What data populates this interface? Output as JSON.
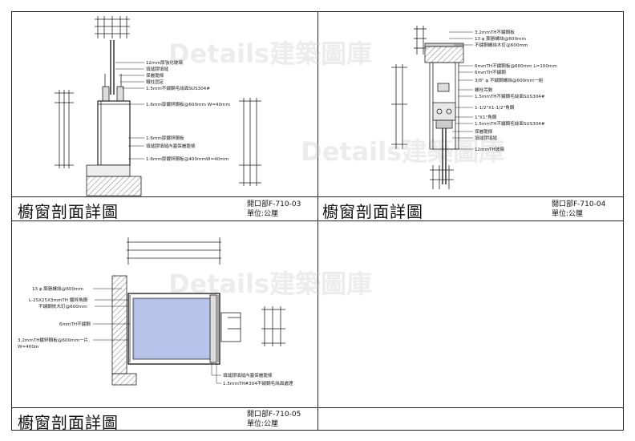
{
  "watermark": "Details建築圖庫",
  "panels": [
    {
      "title": "櫥窗剖面詳圖",
      "code": "開口部F-710-03",
      "unit": "單位:公厘",
      "annotations": [
        "12mm厚強化玻璃",
        "填縫膠填縫",
        "保麗龍條",
        "鐵柱固定",
        "1.5mm不鏽鋼毛絲面SUS304#",
        "1.6mm厚鍍鋅鋼板@600mm W=40mm",
        "1.6mm厚鍍鋅鋼板",
        "填縫膠填縫內塞保麗龍條",
        "1.6mm厚鍍鋅鋼板@400mmW=40mm"
      ]
    },
    {
      "title": "櫥窗剖面詳圖",
      "code": "開口部F-710-04",
      "unit": "單位:公厘",
      "annotations": [
        "3.2mmTH不鏽鋼板",
        "13 φ 膨脹螺絲@600mm",
        "不鏽鋼螺絲木釘@600mm",
        "6mmTH不鏽鋼板@600mm L=100mm",
        "6mmTH不鏽鋼",
        "3/8\" φ 不鏽鋼螺絲@600mm一組",
        "螺栓吊鉤",
        "1.5mmTH不鏽鋼毛絲面SUS304#",
        "1-1/2\"X1-1/2\"角鋼",
        "1\"X1\"角鋼",
        "1.5mmTH不鏽鋼毛絲面SUS304#",
        "保麗龍條",
        "填縫膠填縫",
        "12mmTH玻璃"
      ]
    },
    {
      "title": "櫥窗剖面詳圖",
      "code": "開口部F-710-05",
      "unit": "單位:公厘",
      "annotations": [
        "13 φ 膨脹螺絲@600mm",
        "L-25X25X3mmTH 鍍鋅角鋼",
        "不鏽鋼枕木釘@600mm",
        "6mmTH不鏽鋼",
        "3.2mmTH鍍鋅鋼板@600mm一片,",
        "W=400m",
        "填縫膠填縫內塞保麗龍條",
        "1.5mmTH#304不鏽鋼毛絲面處理"
      ]
    },
    {
      "title": "",
      "code": "",
      "unit": "",
      "annotations": []
    }
  ]
}
